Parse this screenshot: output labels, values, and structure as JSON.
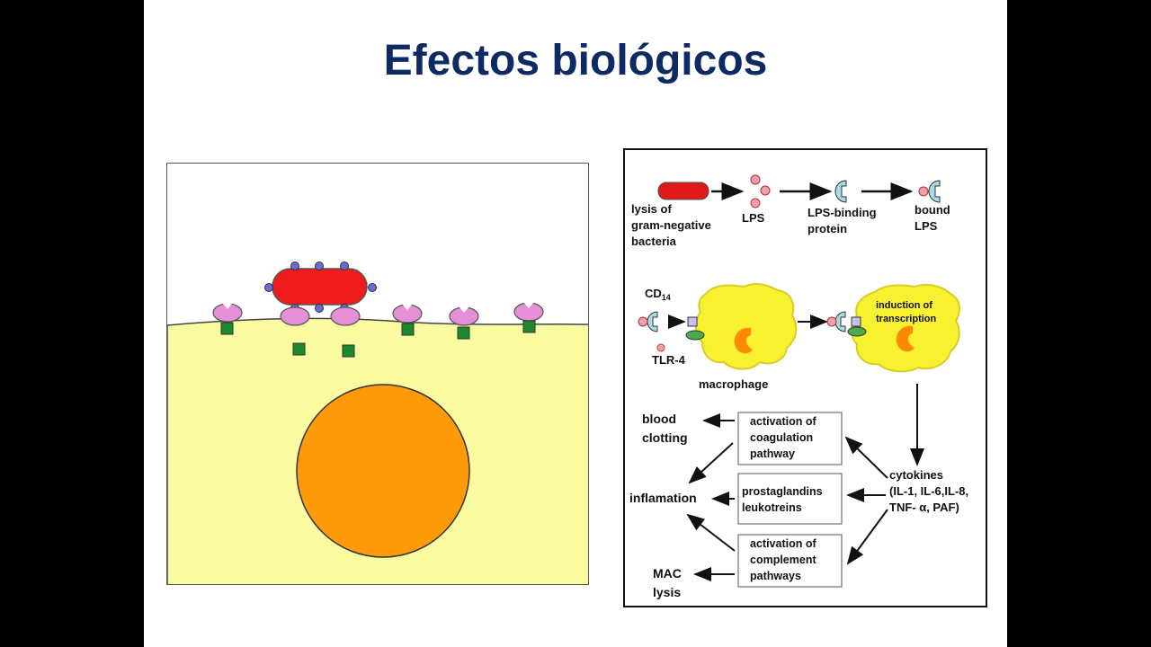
{
  "slide": {
    "title": "Efectos biológicos"
  },
  "colors": {
    "title": "#0e2a63",
    "cytoplasm": "#fafaa0",
    "nucleus": "#ff9a0a",
    "bacterium": "#ee1c1c",
    "receptor": "#e58fd6",
    "signal": "#1c8a2c",
    "lps": "#6a6ad6",
    "macrophage": "#f7f130"
  },
  "pathway": {
    "lysis": [
      "lysis of",
      "gram-negative",
      "bacteria"
    ],
    "lps": "LPS",
    "lbp": [
      "LPS-binding",
      "protein"
    ],
    "bound": [
      "bound",
      "LPS"
    ],
    "cd14": "CD",
    "cd14_sub": "14",
    "tlr4": "TLR-4",
    "macrophage": "macrophage",
    "induction": [
      "induction of",
      "transcription"
    ],
    "cytokines": [
      "cytokines",
      "(IL-1, IL-6,IL-8,",
      "TNF- α, PAF)"
    ],
    "box_coag": [
      "activation of",
      "coagulation",
      "pathway"
    ],
    "box_prost": [
      "prostaglandins",
      "leukotreins"
    ],
    "box_compl": [
      "activation of",
      "complement",
      "pathways"
    ],
    "blood": [
      "blood",
      "clotting"
    ],
    "inflamation": "inflamation",
    "mac": [
      "MAC",
      "lysis"
    ]
  }
}
